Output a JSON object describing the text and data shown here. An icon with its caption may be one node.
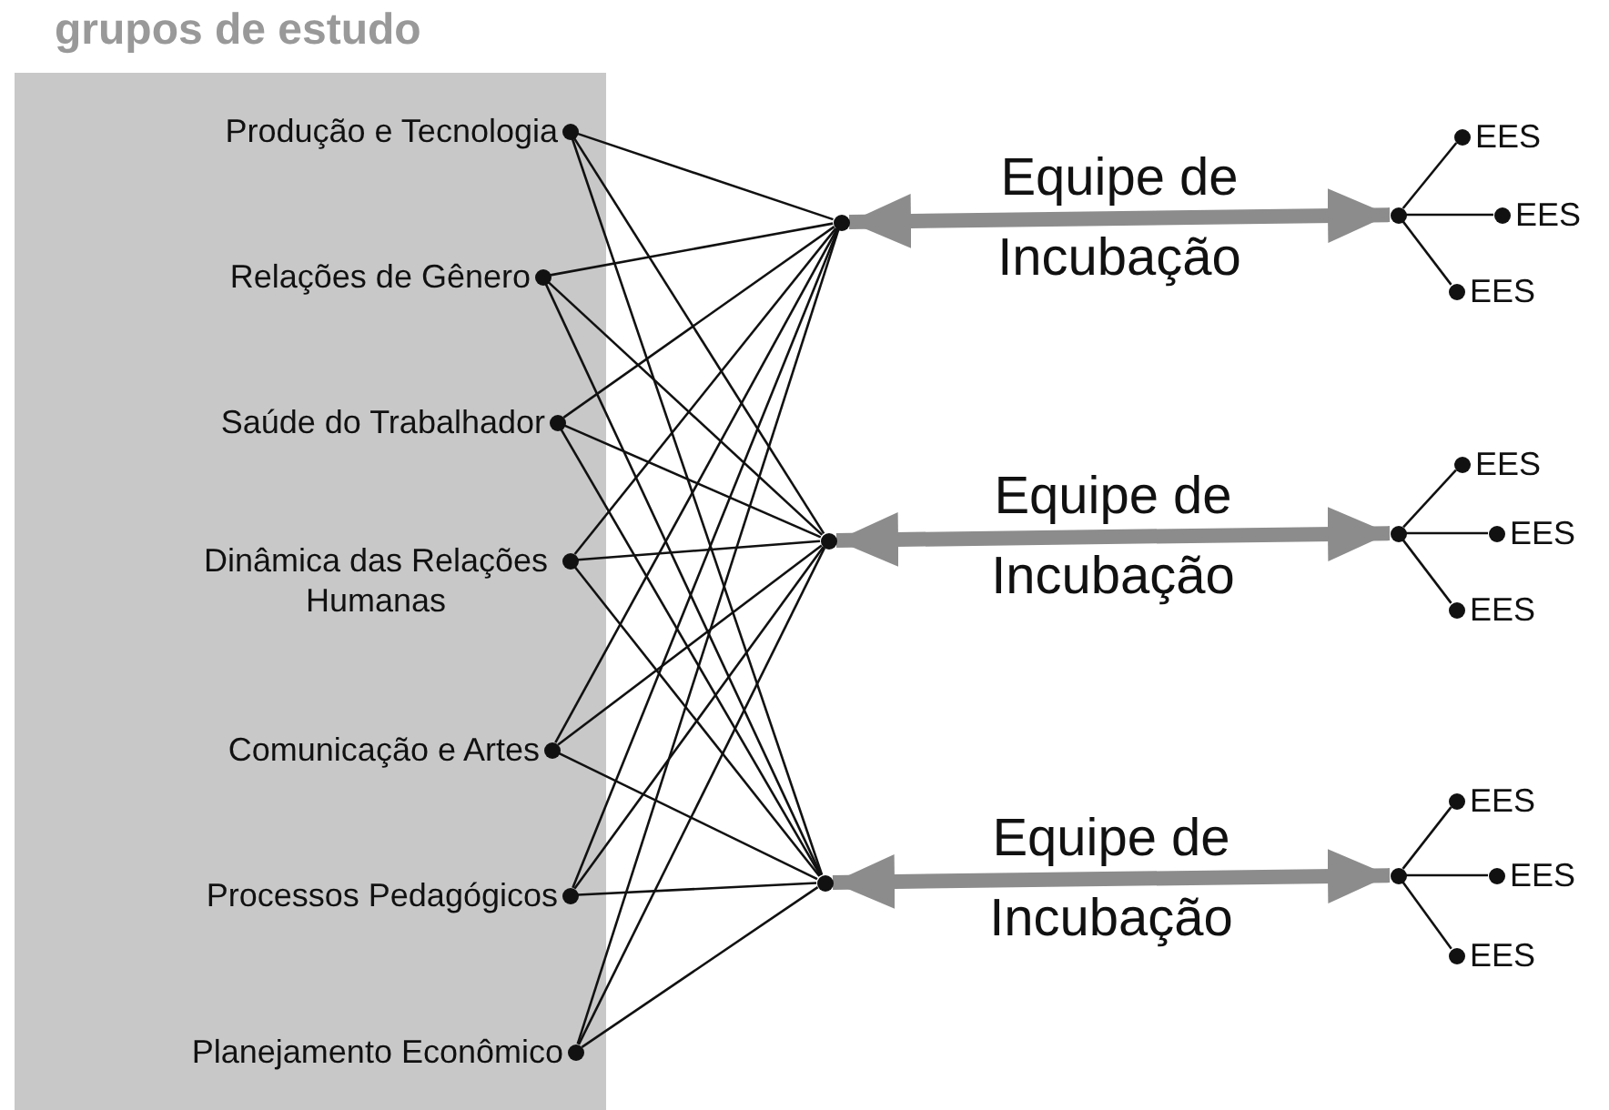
{
  "diagram": {
    "nodes": [
      {
        "text": [
          "grupos de estudo"
        ]
      },
      {
        "text": [
          "Produção e Tecnologia"
        ],
        "in": 0
      },
      {
        "text": [
          "Relações de Gênero"
        ],
        "in": 0
      },
      {
        "text": [
          "Saúde do Trabalhador"
        ],
        "in": 0
      },
      {
        "text": [
          "Dinâmica das Relações Humanas"
        ],
        "in": 0
      },
      {
        "text": [
          "Comunicação e Artes"
        ],
        "in": 0
      },
      {
        "text": [
          "Processos Pedagógicos"
        ],
        "in": 0
      },
      {
        "text": [
          "Planejamento Econômico"
        ],
        "in": 0
      },
      {
        "text": [],
        "shape": "circle"
      },
      {
        "text": [],
        "shape": "circle"
      },
      {
        "text": [],
        "shape": "circle"
      },
      {
        "text": [],
        "shape": "circle"
      },
      {
        "text": [],
        "shape": "circle"
      },
      {
        "text": [],
        "shape": "circle"
      },
      {
        "text": [
          "EES"
        ]
      },
      {
        "text": [
          "EES"
        ]
      },
      {
        "text": [
          "EES"
        ]
      },
      {
        "text": [
          "EES"
        ]
      },
      {
        "text": [
          "EES"
        ]
      },
      {
        "text": [
          "EES"
        ]
      },
      {
        "text": [
          "EES"
        ]
      },
      {
        "text": [
          "EES"
        ]
      },
      {
        "text": [
          "EES"
        ]
      }
    ],
    "edges": [
      {
        "from": 1,
        "to": 8,
        "arrow": "none"
      },
      {
        "from": 1,
        "to": 9,
        "arrow": "none"
      },
      {
        "from": 1,
        "to": 10,
        "arrow": "none"
      },
      {
        "from": 2,
        "to": 8,
        "arrow": "none"
      },
      {
        "from": 2,
        "to": 9,
        "arrow": "none"
      },
      {
        "from": 2,
        "to": 10,
        "arrow": "none"
      },
      {
        "from": 3,
        "to": 8,
        "arrow": "none"
      },
      {
        "from": 3,
        "to": 9,
        "arrow": "none"
      },
      {
        "from": 3,
        "to": 10,
        "arrow": "none"
      },
      {
        "from": 4,
        "to": 8,
        "arrow": "none"
      },
      {
        "from": 4,
        "to": 9,
        "arrow": "none"
      },
      {
        "from": 4,
        "to": 10,
        "arrow": "none"
      },
      {
        "from": 5,
        "to": 8,
        "arrow": "none"
      },
      {
        "from": 5,
        "to": 9,
        "arrow": "none"
      },
      {
        "from": 5,
        "to": 10,
        "arrow": "none"
      },
      {
        "from": 6,
        "to": 8,
        "arrow": "none"
      },
      {
        "from": 6,
        "to": 9,
        "arrow": "none"
      },
      {
        "from": 6,
        "to": 10,
        "arrow": "none"
      },
      {
        "from": 7,
        "to": 8,
        "arrow": "none"
      },
      {
        "from": 7,
        "to": 9,
        "arrow": "none"
      },
      {
        "from": 7,
        "to": 10,
        "arrow": "none"
      },
      {
        "from": 8,
        "to": 11,
        "arrow": "both",
        "label": "Equipe de Incubação",
        "style": "thick",
        "color": "#8c8c8c"
      },
      {
        "from": 9,
        "to": 12,
        "arrow": "both",
        "label": "Equipe de Incubação",
        "style": "thick",
        "color": "#8c8c8c"
      },
      {
        "from": 10,
        "to": 13,
        "arrow": "both",
        "label": "Equipe de Incubação",
        "style": "thick",
        "color": "#8c8c8c"
      },
      {
        "from": 11,
        "to": 14,
        "arrow": "none"
      },
      {
        "from": 11,
        "to": 15,
        "arrow": "none"
      },
      {
        "from": 11,
        "to": 16,
        "arrow": "none"
      },
      {
        "from": 12,
        "to": 17,
        "arrow": "none"
      },
      {
        "from": 12,
        "to": 18,
        "arrow": "none"
      },
      {
        "from": 12,
        "to": 19,
        "arrow": "none"
      },
      {
        "from": 13,
        "to": 20,
        "arrow": "none"
      },
      {
        "from": 13,
        "to": 21,
        "arrow": "none"
      },
      {
        "from": 13,
        "to": 22,
        "arrow": "none"
      }
    ]
  }
}
